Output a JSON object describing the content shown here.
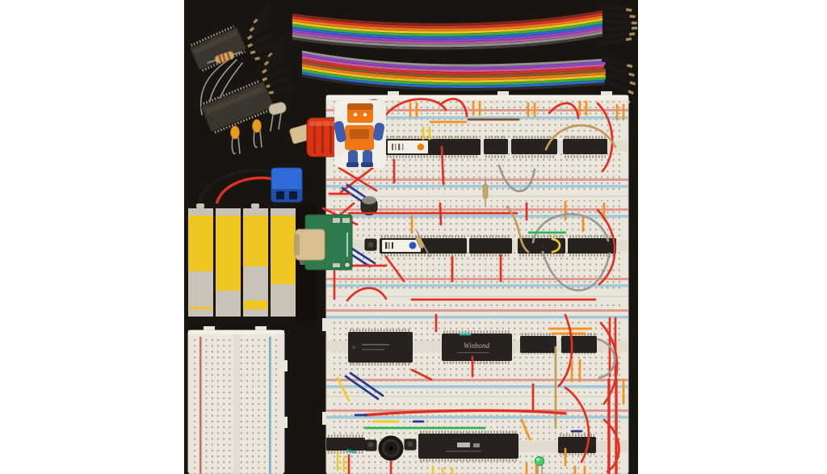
{
  "page": {
    "background_color": "#ffffff"
  },
  "photo": {
    "description": "Overhead flat-lay photo of a breadboard computer electronics kit on a black background: two rainbow ribbon jumper-wire bundles, two loose DIP ICs, a resistor, crystal oscillator and capacitors, a red RCA connector, an orange-and-blue robot sticker, a 4x AA battery holder wired to a blue screw terminal, a green DC power breakout PCB, a small blank breadboard, and a large four-panel breadboard populated with IC rows, a piezo buzzer, buttons, an LED and many colorful jumper wires",
    "colors": {
      "photo_bg": "#18140f",
      "breadboard_body": "#ebe6db",
      "breadboard_edge": "#f3efe6",
      "channel": "#e2dcd0",
      "rail_blue": "#a3c8d7",
      "rail_pink": "#dd9a92",
      "hole_dot": "#a9a193",
      "chip_body": "#262220",
      "chip_pin": "#968e7e",
      "sticker_white": "#f4f0e7",
      "sticker_dot_orange": "#e87f18",
      "sticker_dot_blue": "#2f52c4",
      "battery_yellow": "#eec61f",
      "battery_silver": "#c9c2b8",
      "holder_black": "#191511",
      "pcb_green": "#2f7a4c",
      "jack_beige": "#d7bf92",
      "rca_red": "#da3415",
      "robot_orange": "#ef7713",
      "robot_blue": "#3c5cad",
      "terminal_blue": "#2f6bd9",
      "wire_red": "#e13122",
      "wire_orange": "#f5911e",
      "wire_yellow": "#f0cb25",
      "wire_green": "#2fb457",
      "wire_navy": "#223a8f",
      "wire_gray": "#9a9a96",
      "wire_tan": "#c49a5e",
      "wire_brown": "#7d4f28",
      "wire_teal": "#2aaf9e",
      "led_green": "#41d36b"
    },
    "chip_labels": {
      "winbond": "Winbond"
    },
    "components": [
      {
        "name": "jumper-ribbon-top",
        "label": "rainbow jumper wire ribbon with male dupont connectors"
      },
      {
        "name": "jumper-ribbon-bottom",
        "label": "rainbow jumper wire ribbon with male dupont connectors"
      },
      {
        "name": "dip-ic-small",
        "label": "loose DIP integrated circuit"
      },
      {
        "name": "dip-ic-large",
        "label": "loose DIP integrated circuit"
      },
      {
        "name": "resistor",
        "label": "axial resistor with bent leads"
      },
      {
        "name": "crystal-oscillator",
        "label": "crystal oscillator can"
      },
      {
        "name": "ceramic-capacitor",
        "label": "dipped ceramic capacitor"
      },
      {
        "name": "rca-connector",
        "label": "red RCA video connector"
      },
      {
        "name": "robot-sticker",
        "label": "orange and blue robot sticker"
      },
      {
        "name": "electrolytic-capacitor",
        "label": "electrolytic capacitor"
      },
      {
        "name": "battery-holder",
        "label": "4x AA battery holder with yellow cells"
      },
      {
        "name": "terminal-block",
        "label": "blue screw terminal block"
      },
      {
        "name": "power-breakout-pcb",
        "label": "green DC power breakout board"
      },
      {
        "name": "mini-breadboard",
        "label": "small solderless breadboard"
      },
      {
        "name": "main-breadboard",
        "label": "large four-panel solderless breadboard"
      },
      {
        "name": "winbond-chip",
        "label": "Winbond memory DIP chip"
      },
      {
        "name": "piezo-buzzer",
        "label": "round piezo buzzer"
      },
      {
        "name": "tactile-button",
        "label": "tactile push button"
      },
      {
        "name": "green-led",
        "label": "green LED"
      },
      {
        "name": "jumper-wires",
        "label": "assorted breadboard jumper wires"
      }
    ]
  }
}
